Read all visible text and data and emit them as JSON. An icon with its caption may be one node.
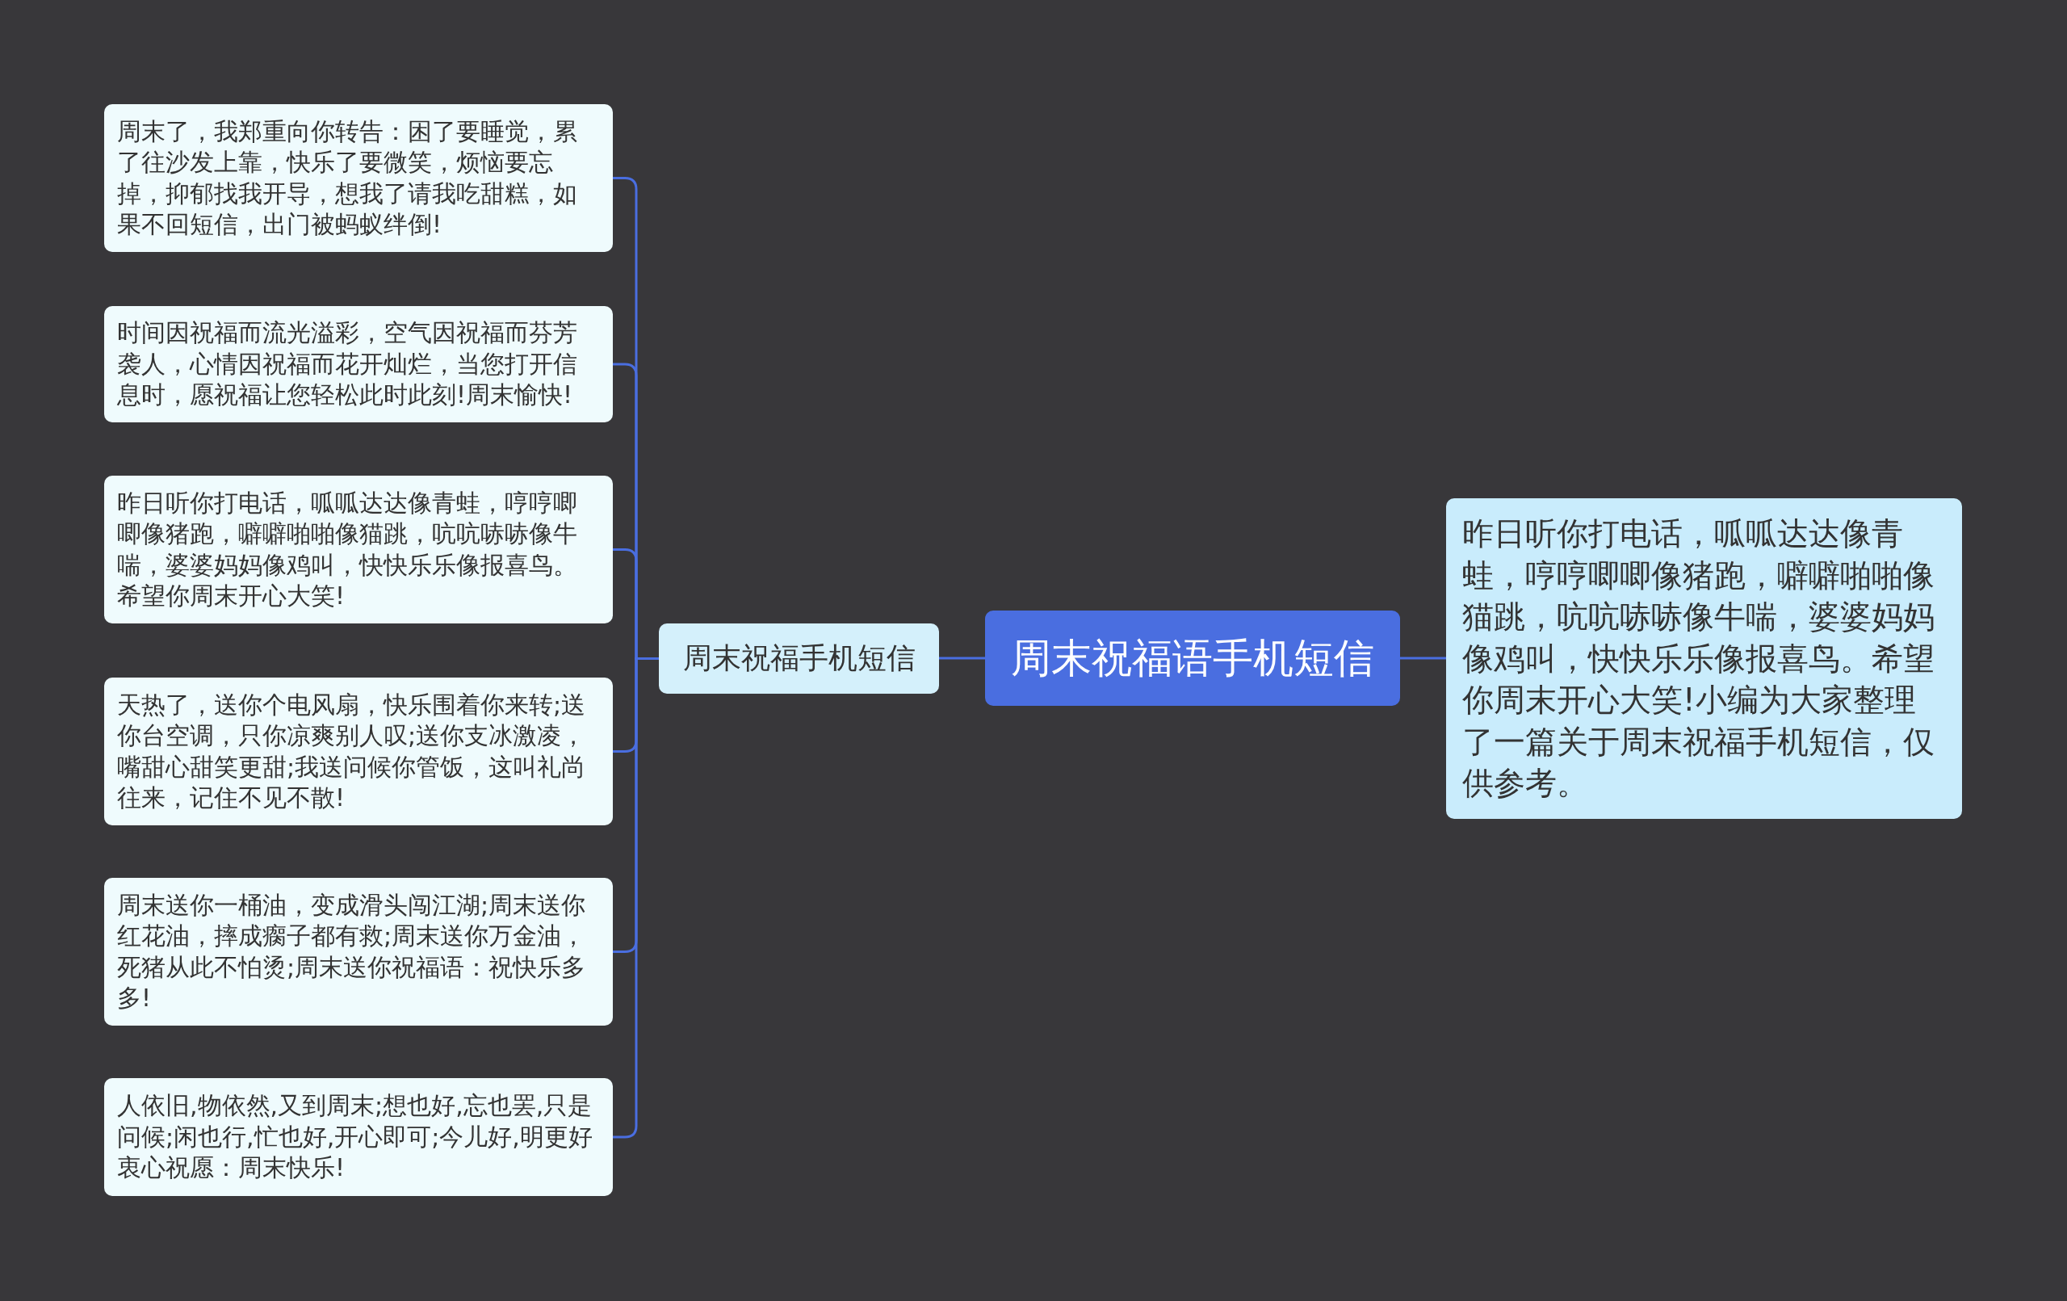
{
  "diagram": {
    "nodes": [
      {
        "text": [
          "周末祝福语手机短信"
        ]
      },
      {
        "text": [
          "周末祝福手机短信"
        ]
      },
      {
        "text": [
          "周末了，我郑重向你转告：困了要睡觉，累了往沙发上靠，快乐了要微笑，烦恼要忘掉，抑郁找我开导，想我了请我吃甜糕，如果不回短信，出门被蚂蚁绊倒!"
        ]
      },
      {
        "text": [
          "时间因祝福而流光溢彩，空气因祝福而芬芳袭人，心情因祝福而花开灿烂，当您打开信息时，愿祝福让您轻松此时此刻!周末愉快!"
        ]
      },
      {
        "text": [
          "昨日听你打电话，呱呱达达像青蛙，哼哼唧唧像猪跑，噼噼啪啪像猫跳，吭吭哧哧像牛喘，婆婆妈妈像鸡叫，快快乐乐像报喜鸟。希望你周末开心大笑!"
        ]
      },
      {
        "text": [
          "天热了，送你个电风扇，快乐围着你来转;送你台空调，只你凉爽别人叹;送你支冰激凌，嘴甜心甜笑更甜;我送问候你管饭，这叫礼尚往来，记住不见不散!"
        ]
      },
      {
        "text": [
          "周末送你一桶油，变成滑头闯江湖;周末送你红花油，摔成瘸子都有救;周末送你万金油，死猪从此不怕烫;周末送你祝福语：祝快乐多多!"
        ]
      },
      {
        "text": [
          "人依旧,物依然,又到周末;想也好,忘也罢,只是问候;闲也行,忙也好,开心即可;今儿好,明更好衷心祝愿：周末快乐!"
        ]
      },
      {
        "text": [
          "昨日听你打电话，呱呱达达像青蛙，哼哼唧唧像猪跑，噼噼啪啪像猫跳，吭吭哧哧像牛喘，婆婆妈妈像鸡叫，快快乐乐像报喜鸟。希望你周末开心大笑!小编为大家整理了一篇关于周末祝福手机短信，仅供参考。"
        ]
      }
    ],
    "edges": [
      {
        "from": 0,
        "to": 1,
        "arrow": "none"
      },
      {
        "from": 1,
        "to": 2,
        "arrow": "none"
      },
      {
        "from": 1,
        "to": 3,
        "arrow": "none"
      },
      {
        "from": 1,
        "to": 4,
        "arrow": "none"
      },
      {
        "from": 1,
        "to": 5,
        "arrow": "none"
      },
      {
        "from": 1,
        "to": 6,
        "arrow": "none"
      },
      {
        "from": 1,
        "to": 7,
        "arrow": "none"
      },
      {
        "from": 0,
        "to": 8,
        "arrow": "none"
      }
    ]
  }
}
